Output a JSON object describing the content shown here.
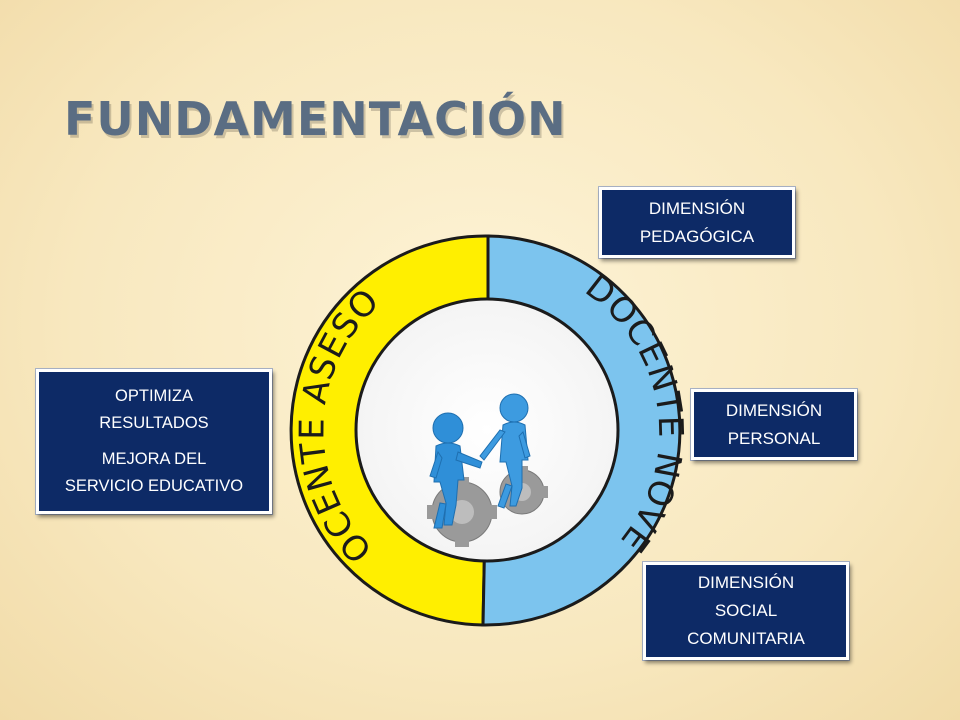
{
  "slide": {
    "title": "FUNDAMENTACIÓN"
  },
  "ring": {
    "left_label": "DOCENTE ASESOR",
    "right_label": "DOCENTE NOVEL",
    "left_color": "#ffef00",
    "right_color": "#7cc4ee",
    "center_icon": "handshake-figures-on-gears-icon"
  },
  "boxes": {
    "pedagogica": {
      "line1": "DIMENSIÓN",
      "line2": "PEDAGÓGICA"
    },
    "personal": {
      "line1": "DIMENSIÓN",
      "line2": "PERSONAL"
    },
    "social": {
      "line1": "DIMENSIÓN",
      "line2": "SOCIAL",
      "line3": "COMUNITARIA"
    },
    "optimiza": {
      "line1": "OPTIMIZA",
      "line2": "RESULTADOS",
      "line3": "MEJORA DEL",
      "line4": "SERVICIO EDUCATIVO"
    }
  },
  "colors": {
    "box_fill": "#0d2a66",
    "title": "#5a6d83"
  }
}
